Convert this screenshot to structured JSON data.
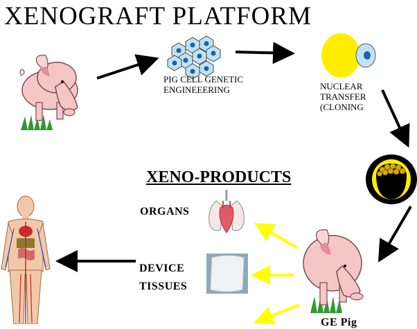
{
  "title": "XENOGRAFT  PLATFORM",
  "steps": {
    "engineering_label": "PIG CELL GENETIC\nENGINEEERING",
    "nuclear_transfer_label": "NUCLEAR\nTRANSFER\n(CLONING",
    "ge_pig_label": "GE Pig"
  },
  "products": {
    "heading": "XENO-PRODUCTS",
    "organs_label": "ORGANS",
    "device_label": "DEVICE",
    "tissues_label": "TISSUES"
  },
  "colors": {
    "pig_pink": "#f4c6c6",
    "pig_outline": "#7a4b4b",
    "grass": "#2f9a2f",
    "cell_fill": "#bfe3f2",
    "nucleus": "#1f5fa8",
    "egg_yellow": "#ffee00",
    "embryo_black": "#000000",
    "arrow_black": "#000000",
    "arrow_yellow": "#ffff00"
  },
  "icons": [
    "pig-icon",
    "cell-cluster-icon",
    "egg-cell-icon",
    "embryo-icon",
    "ge-pig-icon",
    "organs-icon",
    "tissue-icon",
    "human-figure-icon"
  ]
}
